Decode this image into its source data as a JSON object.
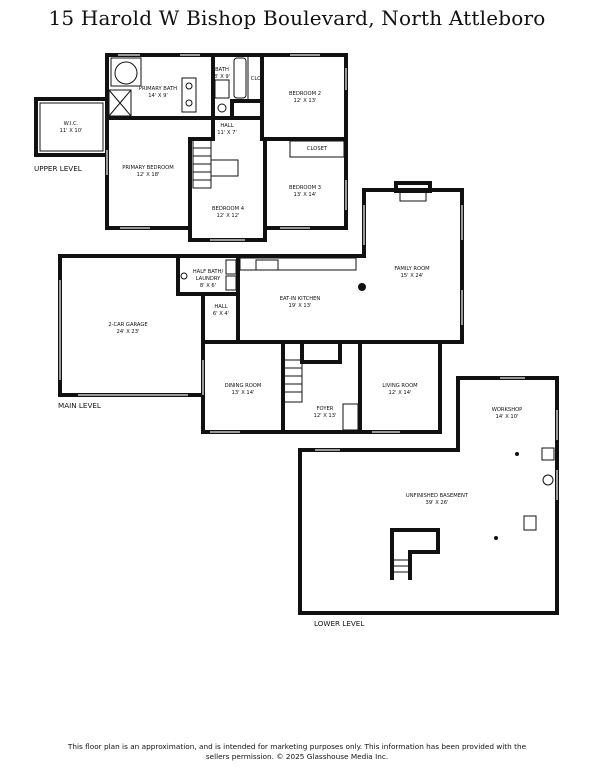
{
  "title": "15 Harold W Bishop Boulevard, North Attleboro",
  "levels": {
    "upper": "UPPER LEVEL",
    "main": "MAIN LEVEL",
    "lower": "LOWER LEVEL"
  },
  "rooms": {
    "wic": {
      "name": "W.I.C.",
      "dim": "11' X 10'"
    },
    "primary_bath": {
      "name": "PRIMARY BATH",
      "dim": "14' X 9'"
    },
    "bath": {
      "name": "BATH",
      "dim": "8' X 9'"
    },
    "clo": {
      "name": "CLO",
      "dim": ""
    },
    "bedroom2": {
      "name": "BEDROOM 2",
      "dim": "12' X 13'"
    },
    "hall_upper": {
      "name": "HALL",
      "dim": "11' X 7'"
    },
    "closet": {
      "name": "CLOSET",
      "dim": ""
    },
    "primary_bedroom": {
      "name": "PRIMARY BEDROOM",
      "dim": "12' X 18'"
    },
    "bedroom3": {
      "name": "BEDROOM 3",
      "dim": "13' X 14'"
    },
    "bedroom4": {
      "name": "BEDROOM 4",
      "dim": "12' X 12'"
    },
    "half_bath": {
      "name": "HALF BATH/",
      "name2": "LAUNDRY",
      "dim": "8' X 6'"
    },
    "hall_main": {
      "name": "HALL",
      "dim": "6' X 4'"
    },
    "garage": {
      "name": "2-CAR GARAGE",
      "dim": "24' X 23'"
    },
    "kitchen": {
      "name": "EAT-IN KITCHEN",
      "dim": "19' X 13'"
    },
    "family": {
      "name": "FAMILY ROOM",
      "dim": "15' X 24'"
    },
    "dining": {
      "name": "DINING ROOM",
      "dim": "13' X 14'"
    },
    "living": {
      "name": "LIVING ROOM",
      "dim": "12' X 14'"
    },
    "foyer": {
      "name": "FOYER",
      "dim": "12' X 13'"
    },
    "workshop": {
      "name": "WORKSHOP",
      "dim": "14' X 10'"
    },
    "basement": {
      "name": "UNFINISHED BASEMENT",
      "dim": "39' X 26'"
    }
  },
  "disclaimer": "This floor plan is an approximation, and is intended for marketing purposes only. This information has been provided with the sellers permission. © 2025 Glasshouse Media Inc."
}
